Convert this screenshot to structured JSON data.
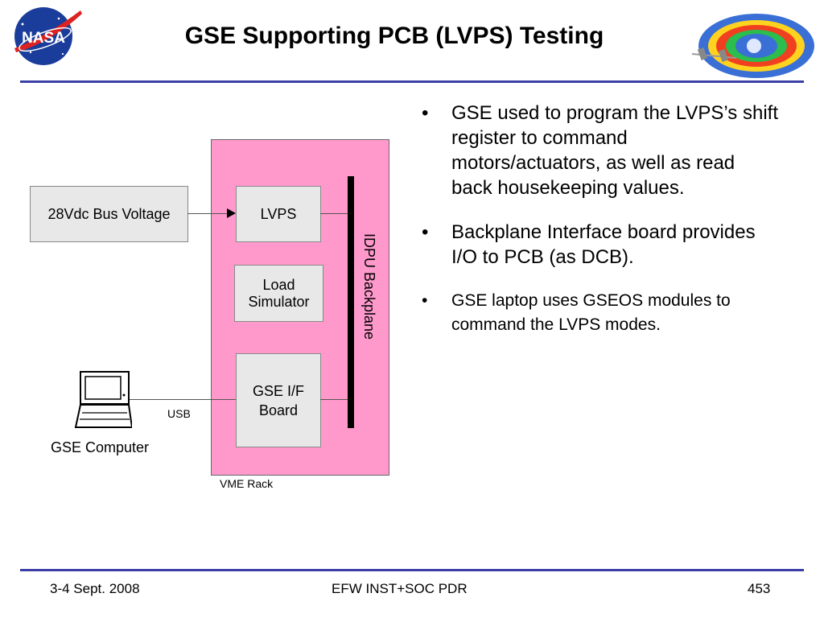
{
  "slide": {
    "title": "GSE Supporting PCB (LVPS) Testing"
  },
  "logos": {
    "left": "NASA",
    "right_icon": "radiation-belts-icon"
  },
  "diagram": {
    "bus_voltage": "28Vdc Bus Voltage",
    "lvps": "LVPS",
    "load_simulator": "Load Simulator",
    "gse_if_board": "GSE I/F Board",
    "backplane": "IDPU Backplane",
    "usb": "USB",
    "gse_computer": "GSE Computer",
    "vme_rack": "VME Rack",
    "rack_color": "#ff99cc"
  },
  "bullets": [
    "GSE used to program the LVPS’s shift register to command motors/actuators, as well as read back housekeeping values.",
    "Backplane Interface board provides I/O to PCB (as DCB).",
    "GSE laptop uses GSEOS modules to command the LVPS modes."
  ],
  "footer": {
    "date": "3-4 Sept. 2008",
    "event": "EFW INST+SOC PDR",
    "page": "453"
  },
  "colors": {
    "rule": "#3b3fa6",
    "box": "#e8e8e8"
  }
}
